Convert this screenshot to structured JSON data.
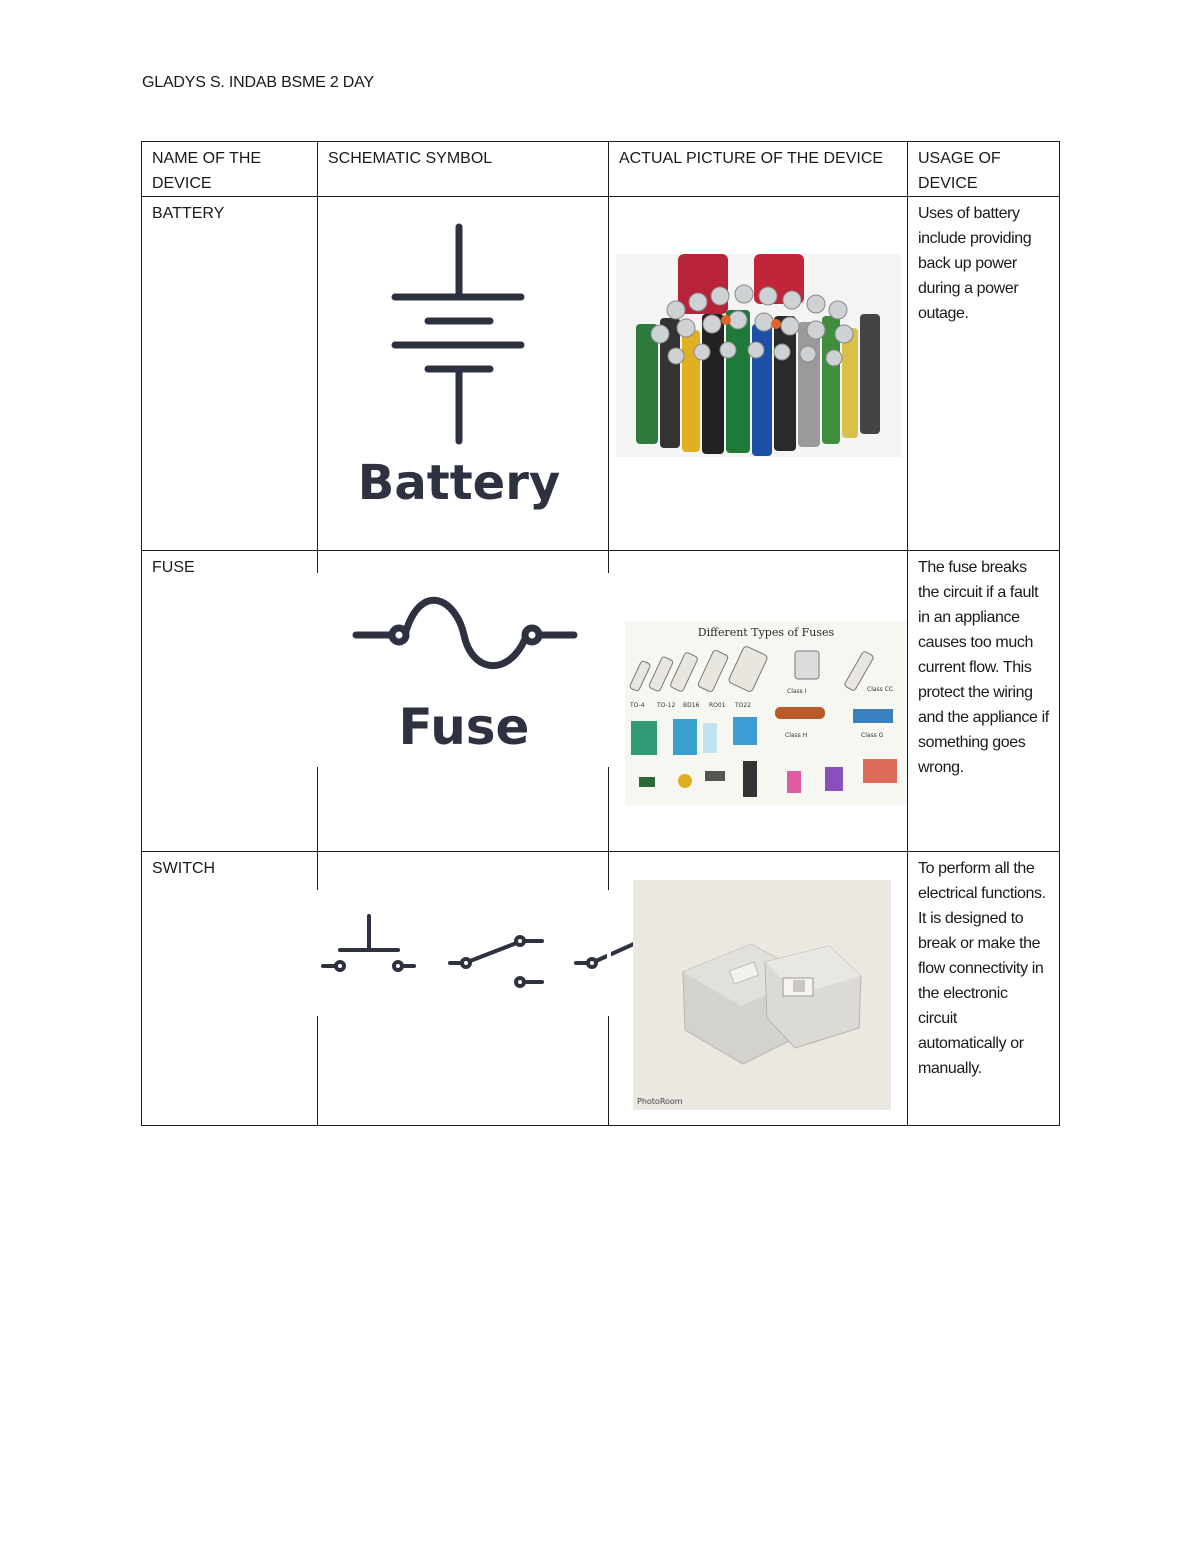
{
  "header": "GLADYS S. INDAB BSME 2 DAY",
  "columns": [
    "NAME OF THE DEVICE",
    "SCHEMATIC SYMBOL",
    "ACTUAL PICTURE OF THE DEVICE",
    "USAGE OF DEVICE"
  ],
  "rows": [
    {
      "name": "BATTERY",
      "symbol_label": "Battery",
      "symbol_icon": "battery-symbol-icon",
      "photo_icon": "batteries-photo",
      "usage": "Uses of battery include providing back up power during a power outage."
    },
    {
      "name": "FUSE",
      "symbol_label": "Fuse",
      "symbol_icon": "fuse-symbol-icon",
      "photo_icon": "fuse-types-photo",
      "photo_title": "Different Types of Fuses",
      "usage": "The fuse breaks the circuit if a fault in an appliance causes too much current flow. This protect the wiring and the appliance if something goes wrong."
    },
    {
      "name": "SWITCH",
      "symbol_icon": "switch-symbols-icon",
      "photo_icon": "wall-switch-photo",
      "photo_watermark": "PhotoRoom",
      "usage": "To perform all the electrical functions. It is designed to break or make the flow connectivity in the electronic circuit automatically or manually."
    }
  ],
  "colors": {
    "symbol": "#2e3140",
    "border": "#1a1a1a"
  }
}
